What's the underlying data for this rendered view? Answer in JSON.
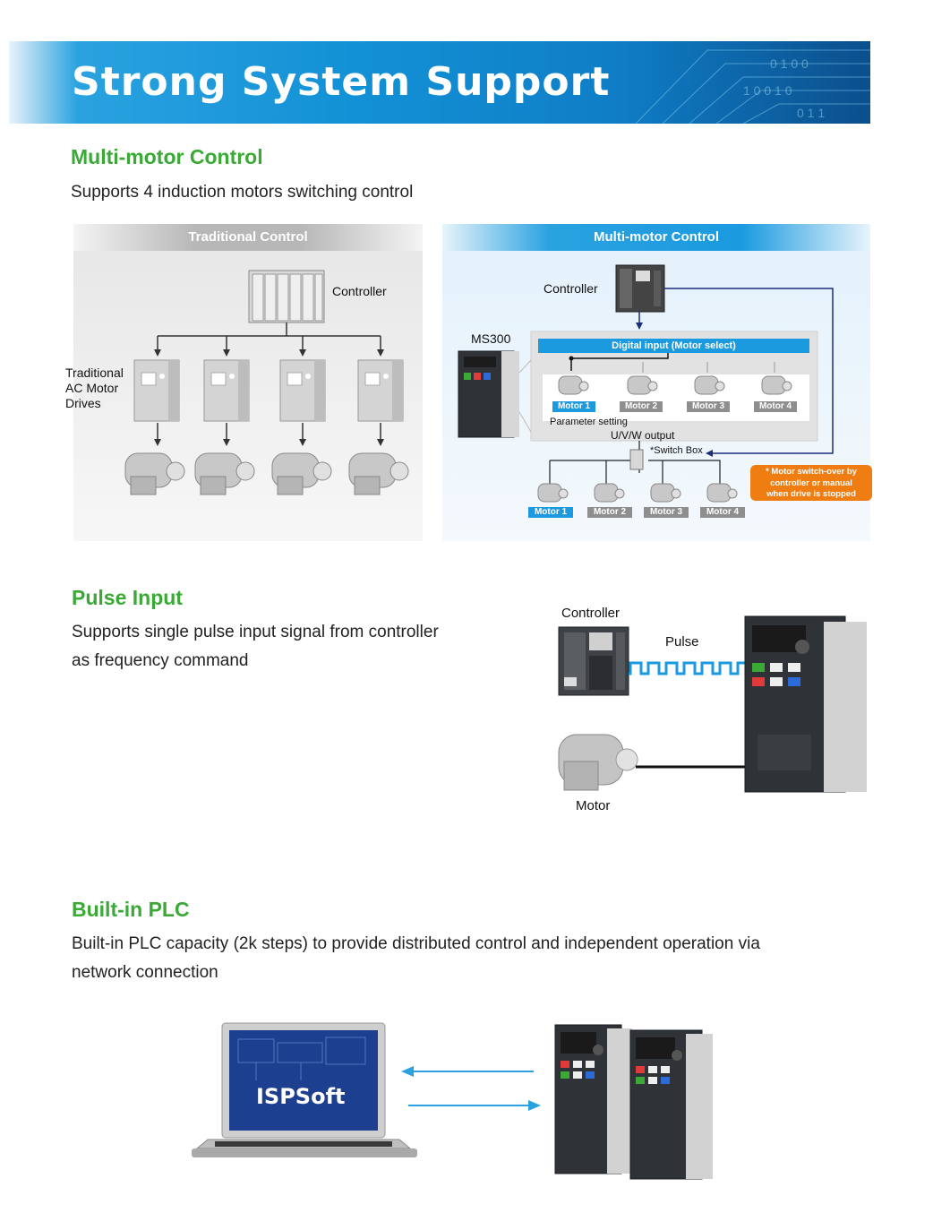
{
  "banner": {
    "title": "Strong System Support"
  },
  "multi_motor": {
    "title": "Multi-motor Control",
    "description": "Supports 4 induction motors switching control",
    "traditional": {
      "header": "Traditional Control",
      "controller_label": "Controller",
      "drives_label_lines": [
        "Traditional",
        "AC Motor",
        "Drives"
      ]
    },
    "multi": {
      "header": "Multi-motor Control",
      "controller_label": "Controller",
      "drive_label": "MS300",
      "digital_input": "Digital input (Motor select)",
      "motor_tags": [
        "Motor 1",
        "Motor 2",
        "Motor 3",
        "Motor 4"
      ],
      "parameter_setting": "Parameter setting",
      "uvw_output": "U/V/W output",
      "switch_box": "*Switch Box",
      "bottom_motor_tags": [
        "Motor 1",
        "Motor 2",
        "Motor 3",
        "Motor 4"
      ],
      "callout_lines": [
        "* Motor switch-over by",
        "controller or manual",
        "when drive is stopped"
      ]
    }
  },
  "pulse": {
    "title": "Pulse Input",
    "description_lines": [
      "Supports single pulse input signal from controller",
      "as frequency command"
    ],
    "controller_label": "Controller",
    "pulse_label": "Pulse",
    "motor_label": "Motor"
  },
  "plc": {
    "title": "Built-in PLC",
    "description_lines": [
      "Built-in PLC capacity (2k steps) to provide distributed control and independent operation via",
      "network connection"
    ],
    "software_name": "ISPSoft"
  },
  "colors": {
    "accent_green": "#3aa935",
    "banner_blue": "#1391d6",
    "callout_orange": "#f07d12",
    "tag_blue": "#1b9ae0",
    "diagram_navy": "#1c2d7c"
  }
}
